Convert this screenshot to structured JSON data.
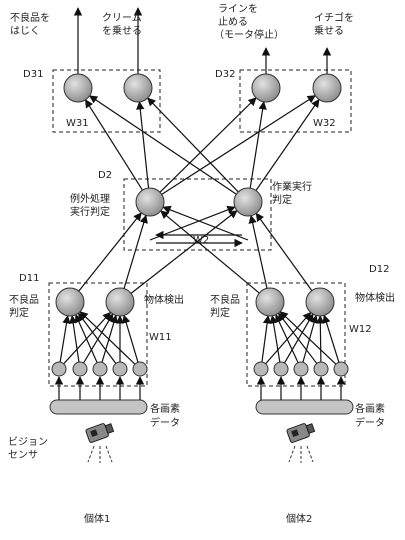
{
  "outputs": {
    "reject": [
      "不良品を",
      "はじく"
    ],
    "ride_cream": [
      "クリーム",
      "を乗せる"
    ],
    "stop_line": [
      "ラインを",
      "止める",
      "（モータ停止）"
    ],
    "ride_strawberry": [
      "イチゴを",
      "乗せる"
    ]
  },
  "layers": {
    "d31": "D31",
    "d32": "D32",
    "w31": "W31",
    "w32": "W32",
    "d2": "D2",
    "w2": "W2",
    "d11": "D11",
    "d12": "D12",
    "w11": "W11",
    "w12": "W12"
  },
  "labels": {
    "exception": [
      "例外処理",
      "実行判定"
    ],
    "work": [
      "作業実行",
      "判定"
    ],
    "defect_left": [
      "不良品",
      "判定"
    ],
    "defect_right": [
      "不良品",
      "判定"
    ],
    "detect_left": "物体検出",
    "detect_right": "物体検出",
    "pixel_left": [
      "各画素",
      "データ"
    ],
    "pixel_right": [
      "各画素",
      "データ"
    ],
    "vision_sensor": [
      "ビジョン",
      "センサ"
    ],
    "unit1": "個体1",
    "unit2": "個体2"
  }
}
